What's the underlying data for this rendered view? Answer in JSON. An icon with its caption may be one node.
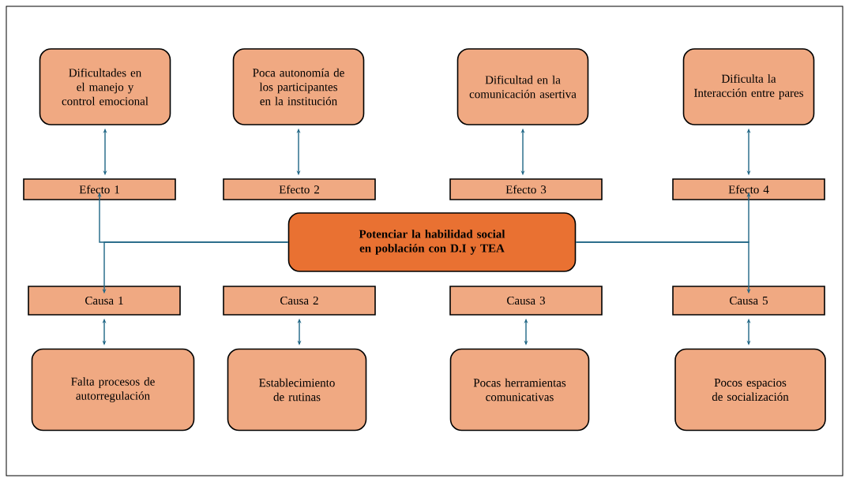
{
  "diagram": {
    "nodes": [
      {
        "text": [
          "Dificultades en el manejo y control emocional"
        ]
      },
      {
        "text": [
          "Poca autonomía de los participantes en la institución"
        ]
      },
      {
        "text": [
          "Dificultad en la comunicación asertiva"
        ]
      },
      {
        "text": [
          "Dificulta la Interacción entre pares"
        ]
      },
      {
        "text": [
          "Efecto 1"
        ]
      },
      {
        "text": [
          "Efecto 2"
        ]
      },
      {
        "text": [
          "Efecto 3"
        ]
      },
      {
        "text": [
          "Efecto 4"
        ]
      },
      {
        "text": [
          "Potenciar la habilidad social en población con D.I y TEA"
        ]
      },
      {
        "text": [
          "Causa 1"
        ]
      },
      {
        "text": [
          "Causa 2"
        ]
      },
      {
        "text": [
          "Causa 3"
        ]
      },
      {
        "text": [
          "Causa 5"
        ]
      },
      {
        "text": [
          "Falta procesos de autorregulación"
        ]
      },
      {
        "text": [
          "Establecimiento de rutinas"
        ]
      },
      {
        "text": [
          "Pocas herramientas comunicativas"
        ]
      },
      {
        "text": [
          "Pocos espacios de socialización"
        ]
      }
    ],
    "edges": [
      {
        "from": 0,
        "to": 4,
        "arrow": "both"
      },
      {
        "from": 1,
        "to": 5,
        "arrow": "both"
      },
      {
        "from": 2,
        "to": 6,
        "arrow": "both"
      },
      {
        "from": 3,
        "to": 7,
        "arrow": "both"
      },
      {
        "from": 8,
        "to": 4,
        "arrow": "to"
      },
      {
        "from": 8,
        "to": 9,
        "arrow": "to"
      },
      {
        "from": 8,
        "to": 7,
        "arrow": "to"
      },
      {
        "from": 8,
        "to": 12,
        "arrow": "to"
      },
      {
        "from": 9,
        "to": 13,
        "arrow": "both"
      },
      {
        "from": 10,
        "to": 14,
        "arrow": "both"
      },
      {
        "from": 11,
        "to": 15,
        "arrow": "both"
      },
      {
        "from": 12,
        "to": 16,
        "arrow": "both"
      }
    ]
  }
}
